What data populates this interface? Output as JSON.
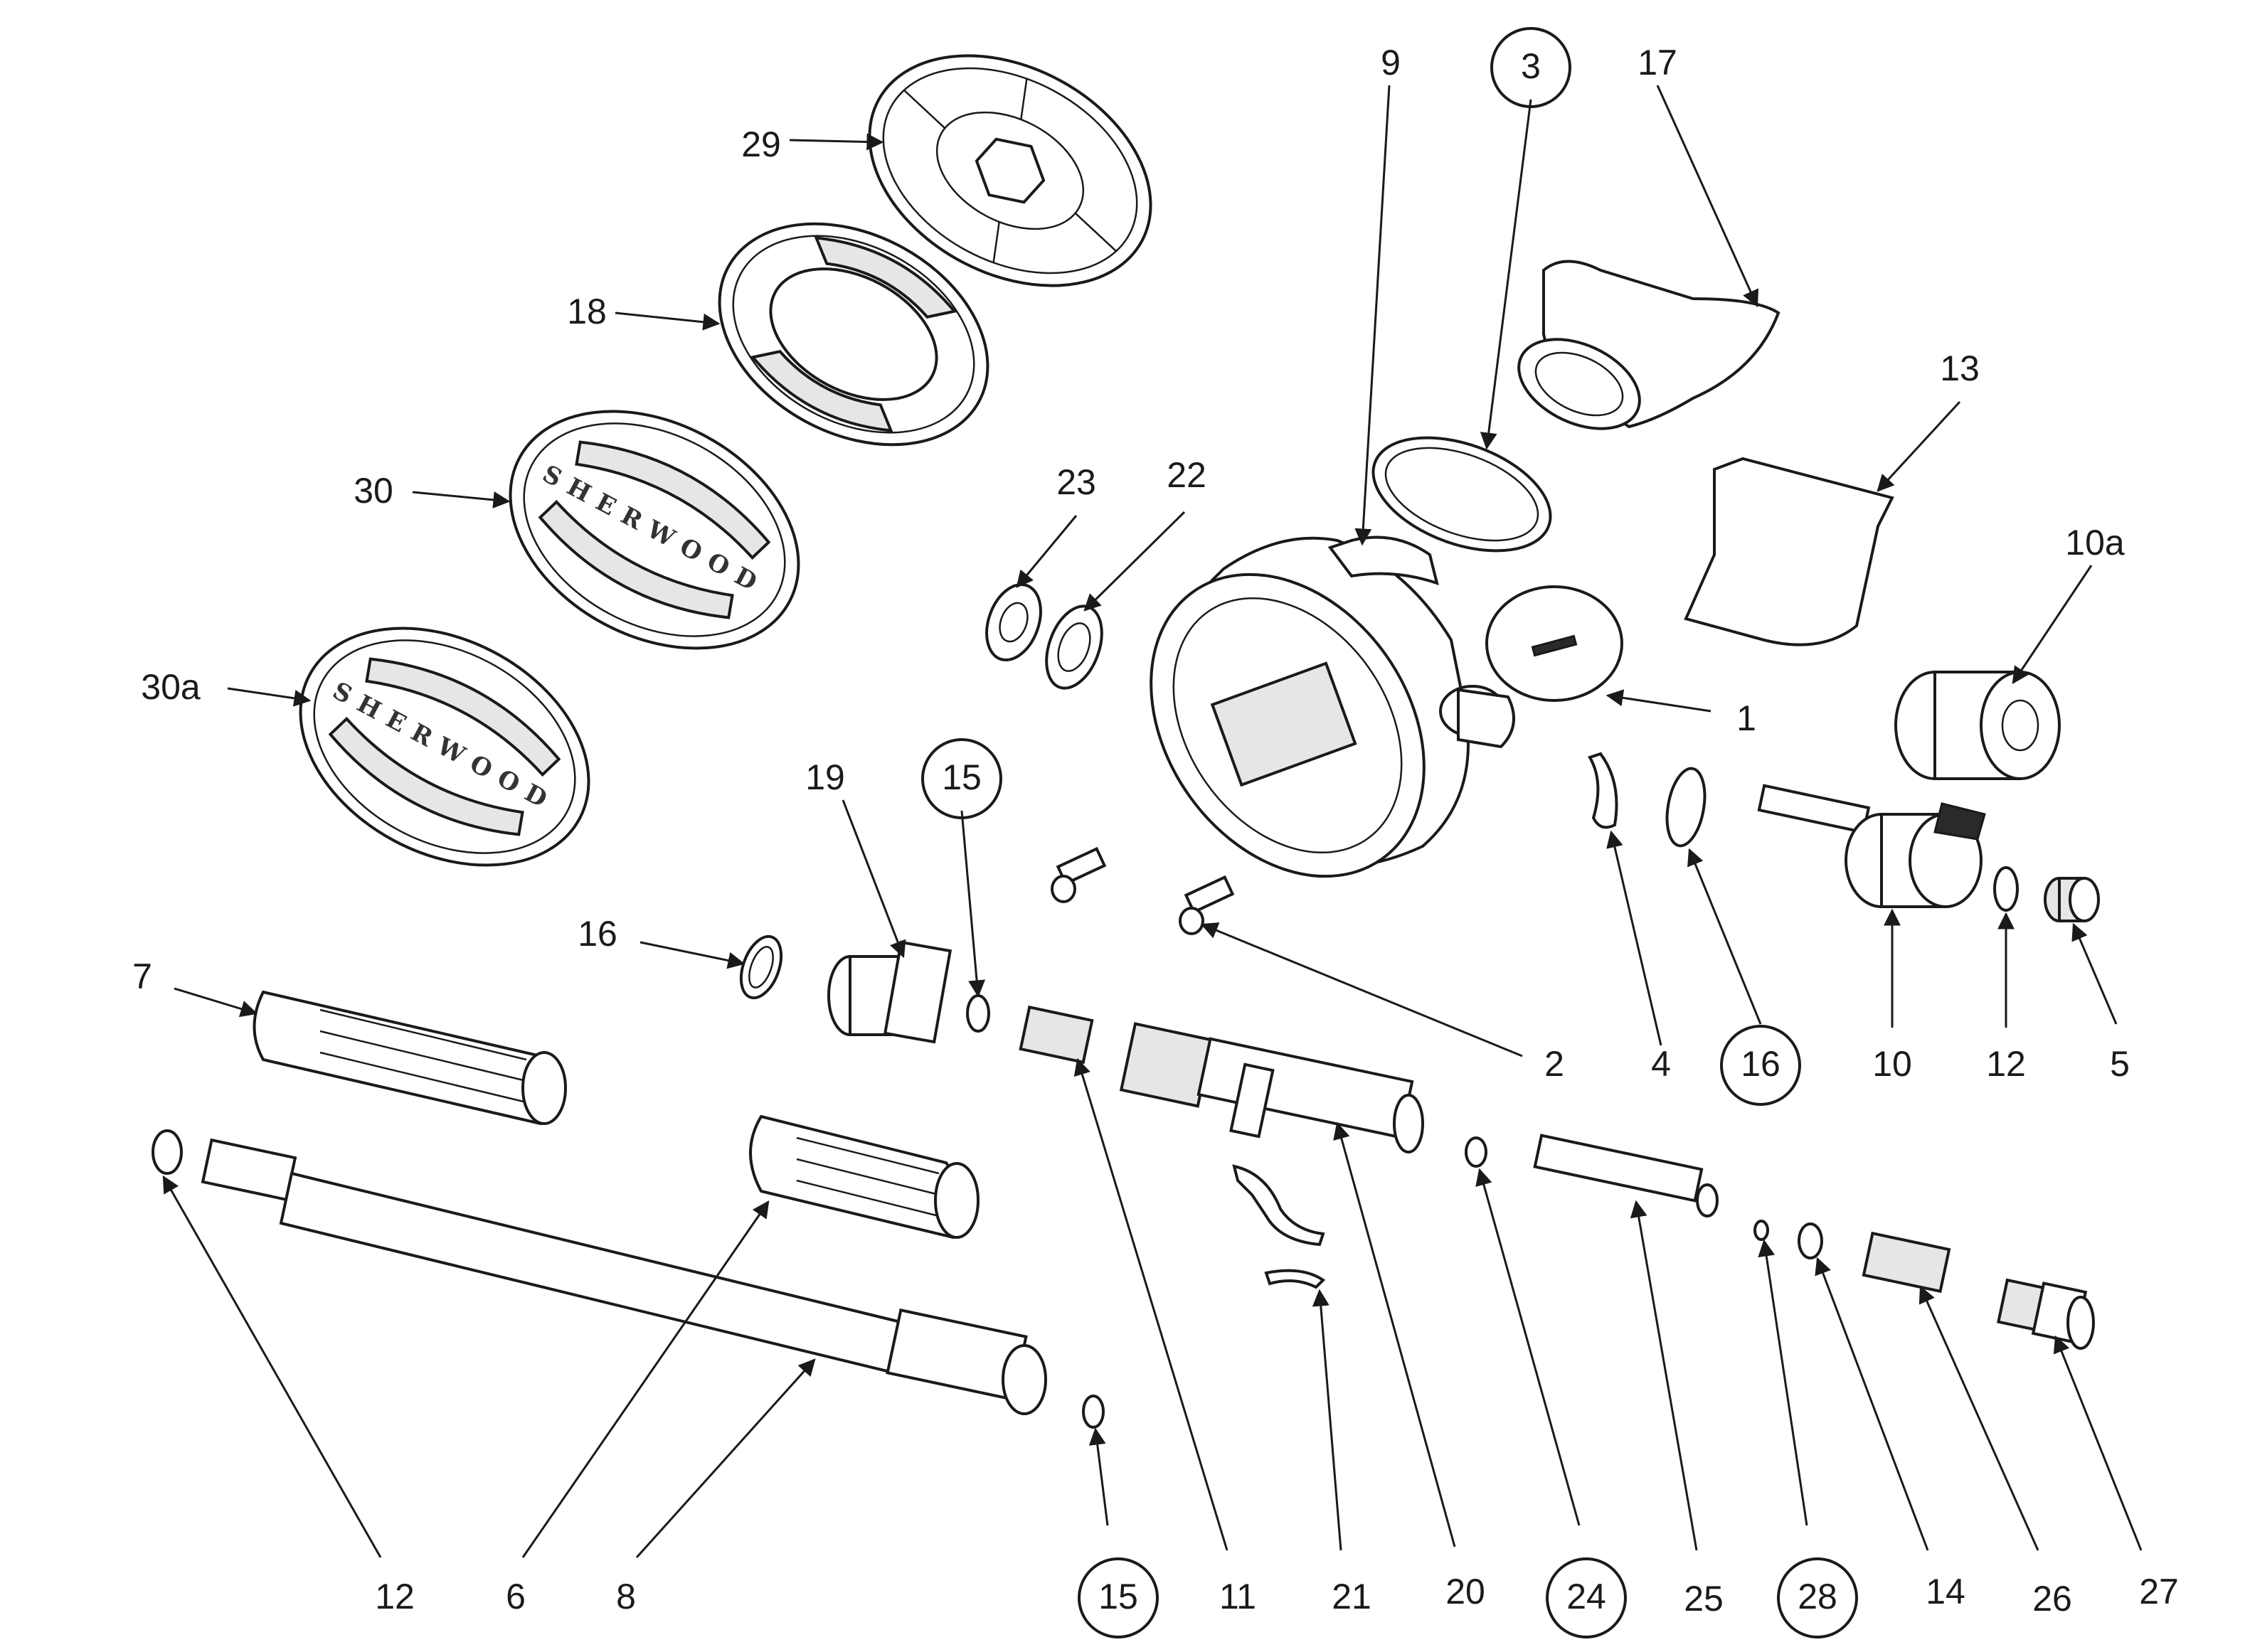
{
  "brand": {
    "text": "SHERWOOD"
  },
  "callouts": [
    {
      "id": "29"
    },
    {
      "id": "18"
    },
    {
      "id": "30"
    },
    {
      "id": "30a"
    },
    {
      "id": "9"
    },
    {
      "id": "3",
      "circled": true
    },
    {
      "id": "17"
    },
    {
      "id": "13"
    },
    {
      "id": "10a"
    },
    {
      "id": "23"
    },
    {
      "id": "22"
    },
    {
      "id": "1"
    },
    {
      "id": "19"
    },
    {
      "id": "15",
      "circled": true
    },
    {
      "id": "16"
    },
    {
      "id": "7"
    },
    {
      "id": "2"
    },
    {
      "id": "4"
    },
    {
      "id": "16",
      "circled": true
    },
    {
      "id": "10"
    },
    {
      "id": "12"
    },
    {
      "id": "5"
    },
    {
      "id": "12"
    },
    {
      "id": "6"
    },
    {
      "id": "8"
    },
    {
      "id": "15",
      "circled": true
    },
    {
      "id": "11"
    },
    {
      "id": "21"
    },
    {
      "id": "20"
    },
    {
      "id": "24",
      "circled": true
    },
    {
      "id": "25"
    },
    {
      "id": "28",
      "circled": true
    },
    {
      "id": "14"
    },
    {
      "id": "26"
    },
    {
      "id": "27"
    }
  ]
}
